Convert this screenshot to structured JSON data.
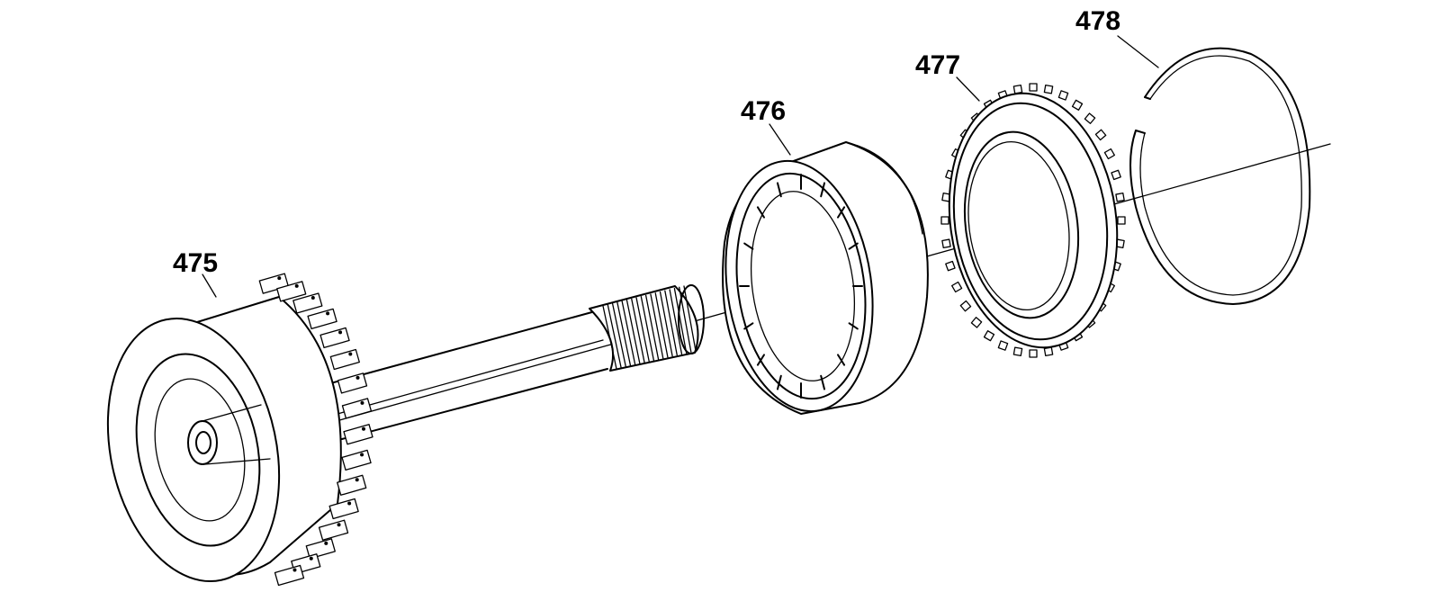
{
  "diagram": {
    "parts": [
      {
        "id": "475",
        "label": "475"
      },
      {
        "id": "476",
        "label": "476"
      },
      {
        "id": "477",
        "label": "477"
      },
      {
        "id": "478",
        "label": "478"
      }
    ]
  }
}
